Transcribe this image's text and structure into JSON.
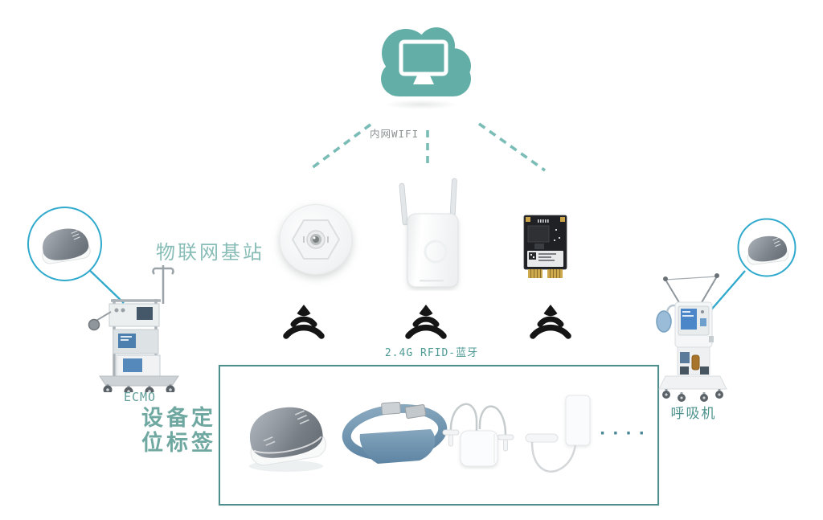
{
  "palette": {
    "cloud_teal": "#63aea7",
    "dash_teal": "#7abcb6",
    "station_label_teal": "#88bdb7",
    "tag_label_teal": "#6fa8a1",
    "radio_label_teal": "#4e9a96",
    "machine_label_teal": "#55938e",
    "uplink_label_gray": "#8b9192",
    "box_border_teal": "#4f8f8d",
    "highlight_cyan": "#2fa9cc",
    "signal_black": "#151515",
    "band_blue": "#6e94ae"
  },
  "cloud": {
    "icon": "cloud-monitor"
  },
  "uplink": {
    "label": "内网WIFI"
  },
  "base_stations": {
    "label": "物联网基站",
    "devices": [
      {
        "name": "round-ceiling-base-station"
      },
      {
        "name": "dual-antenna-wifi-extender"
      },
      {
        "name": "rfid-mini-pcie-module"
      }
    ]
  },
  "radio": {
    "label": "2.4G RFID-蓝牙",
    "signal_icons": 3
  },
  "tag_box": {
    "label_line1": "设备定",
    "label_line2": "位标签",
    "items": [
      {
        "name": "oval-asset-tag"
      },
      {
        "name": "wristband-tag"
      },
      {
        "name": "dual-loop-cable-tags"
      },
      {
        "name": "loop-cable-tag"
      }
    ],
    "more_dots": "····"
  },
  "equipment": {
    "left": {
      "label": "ECMO",
      "attachment": "oval-asset-tag"
    },
    "right": {
      "label": "呼吸机",
      "attachment": "oval-asset-tag"
    }
  }
}
